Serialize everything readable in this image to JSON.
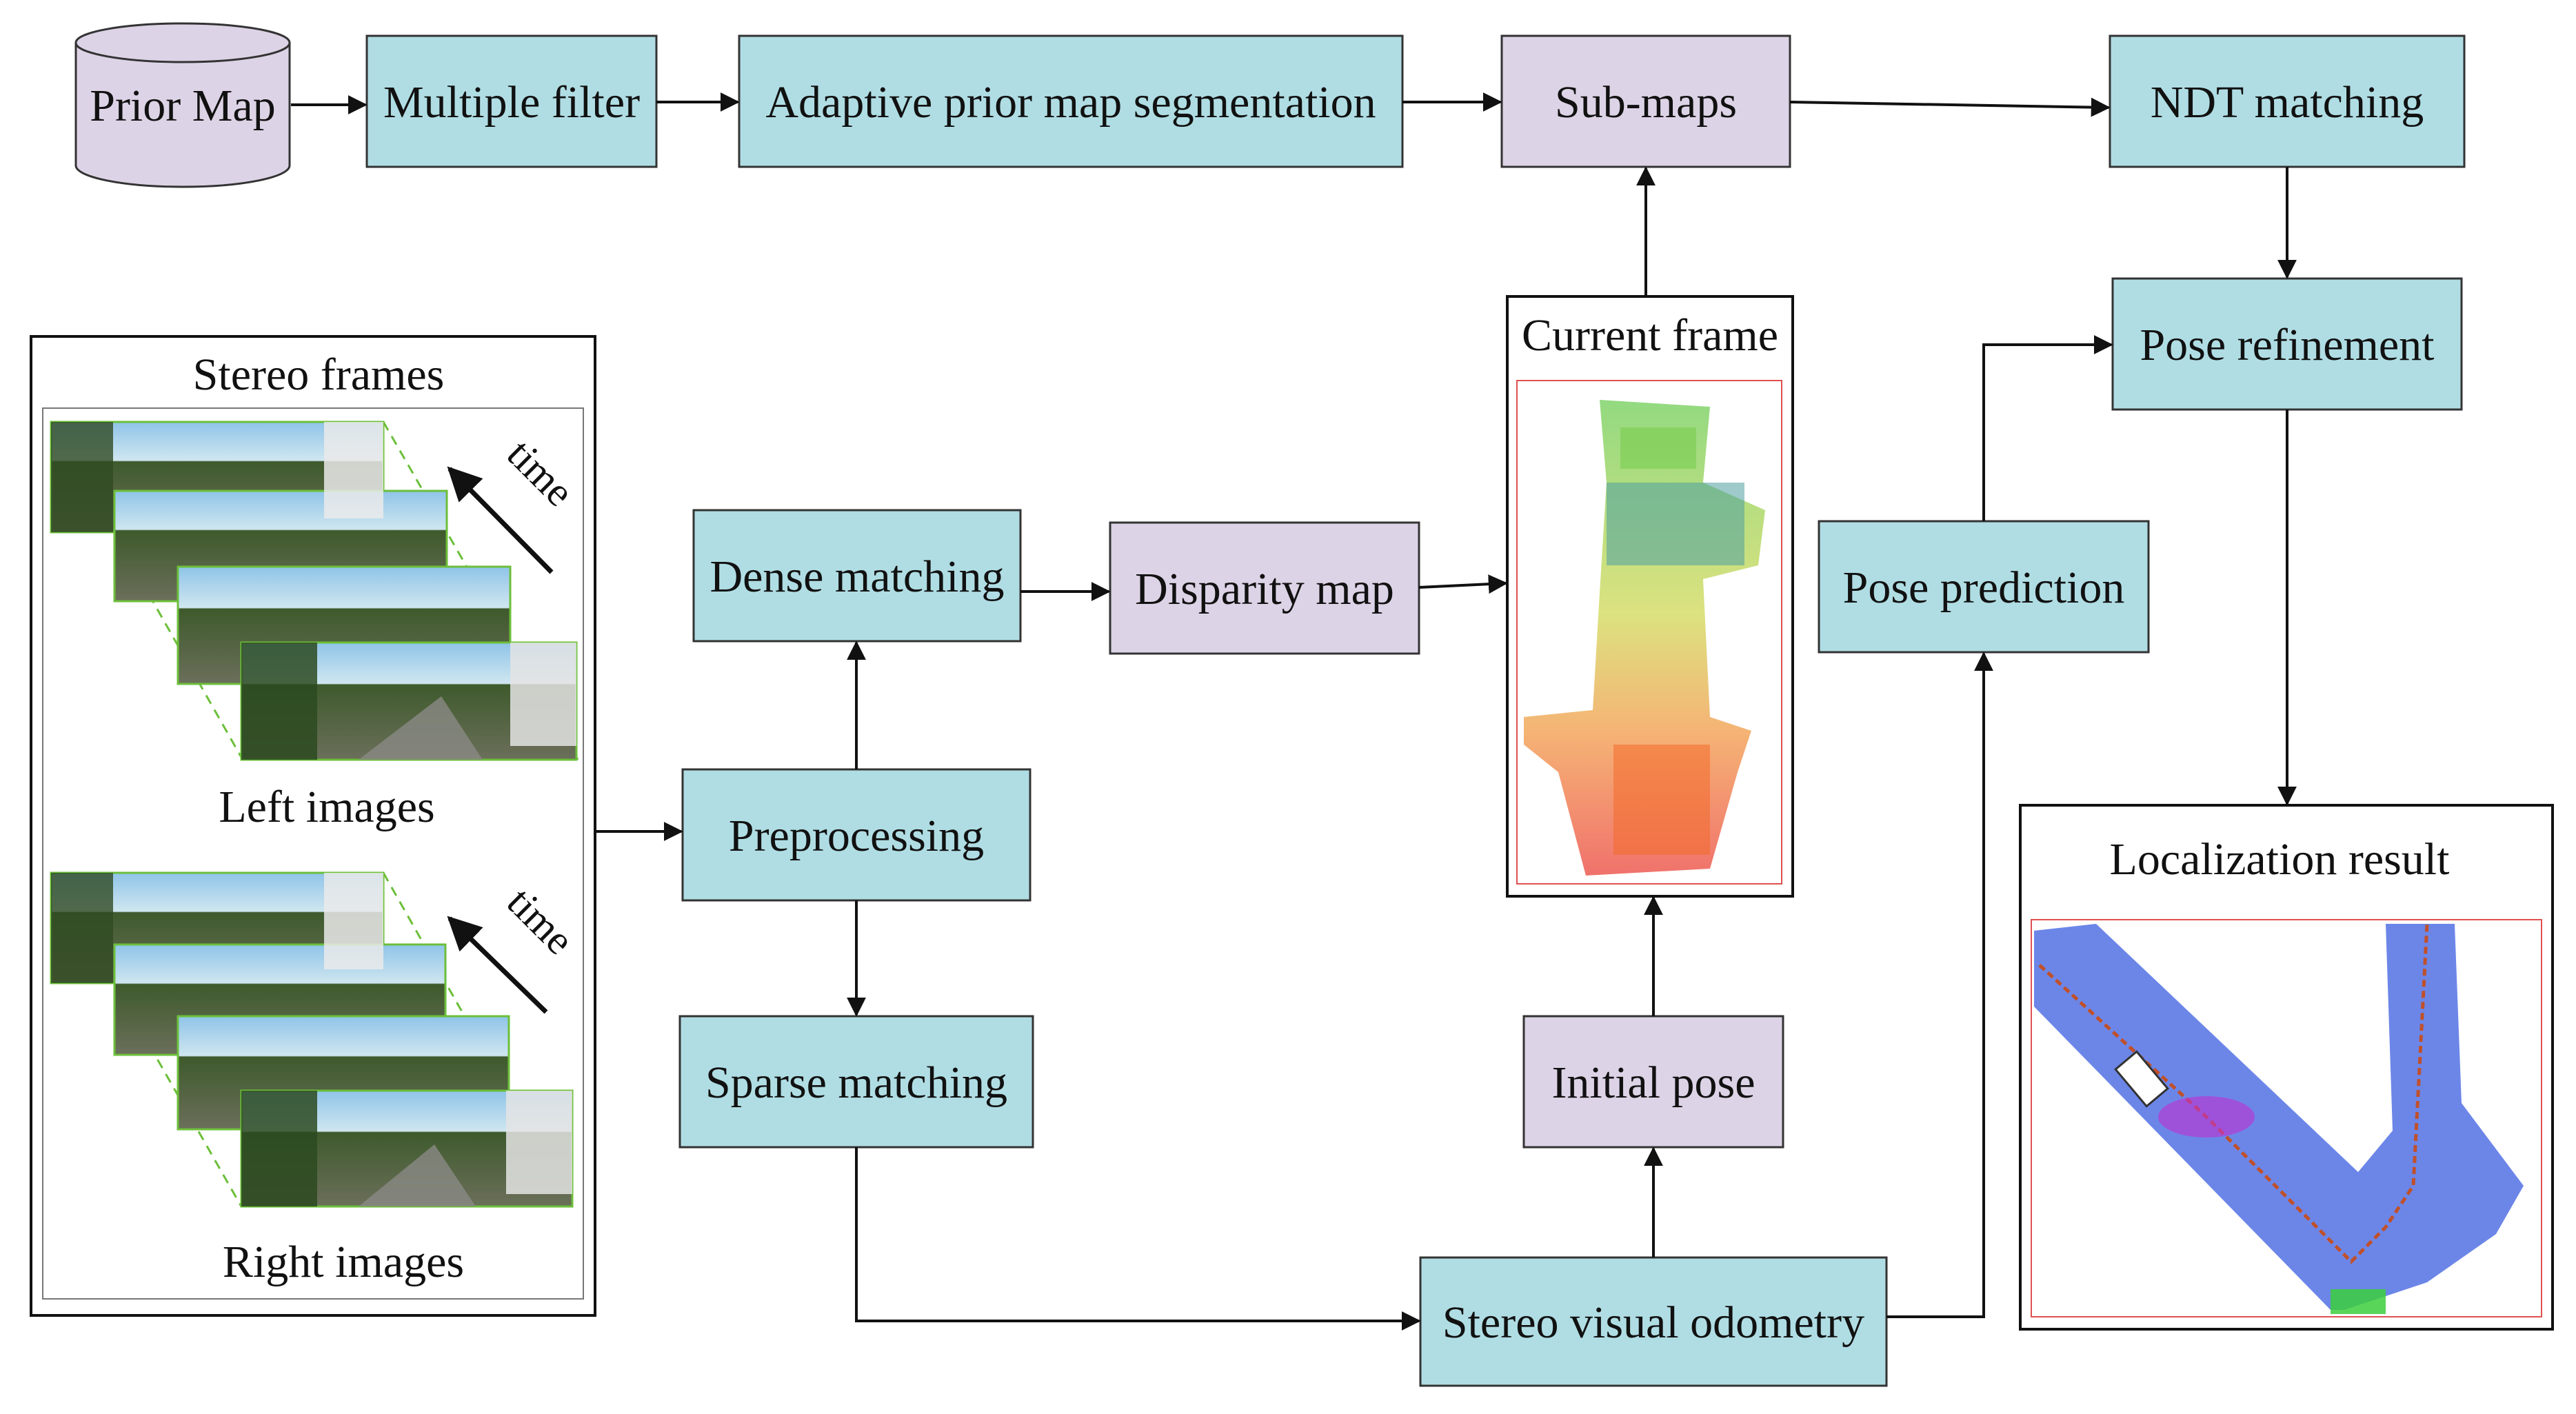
{
  "diagram": {
    "prior_map": "Prior Map",
    "multiple_filter": "Multiple filter",
    "adaptive_segmentation": "Adaptive prior map segmentation",
    "sub_maps": "Sub-maps",
    "ndt_matching": "NDT matching",
    "pose_refinement": "Pose refinement",
    "stereo_frames": "Stereo frames",
    "time_label_left": "time",
    "time_label_right": "time",
    "left_images": "Left images",
    "right_images": "Right images",
    "dense_matching": "Dense matching",
    "disparity_map": "Disparity map",
    "current_frame": "Current frame",
    "pose_prediction": "Pose prediction",
    "preprocessing": "Preprocessing",
    "sparse_matching": "Sparse matching",
    "initial_pose": "Initial pose",
    "stereo_visual_odometry": "Stereo visual odometry",
    "localization_result": "Localization result",
    "colors": {
      "process_fill": "#b0dde4",
      "data_fill": "#ddd3e6",
      "cylinder_fill": "#ddd3e6",
      "stroke": "#333333",
      "arrow": "#111111"
    }
  }
}
